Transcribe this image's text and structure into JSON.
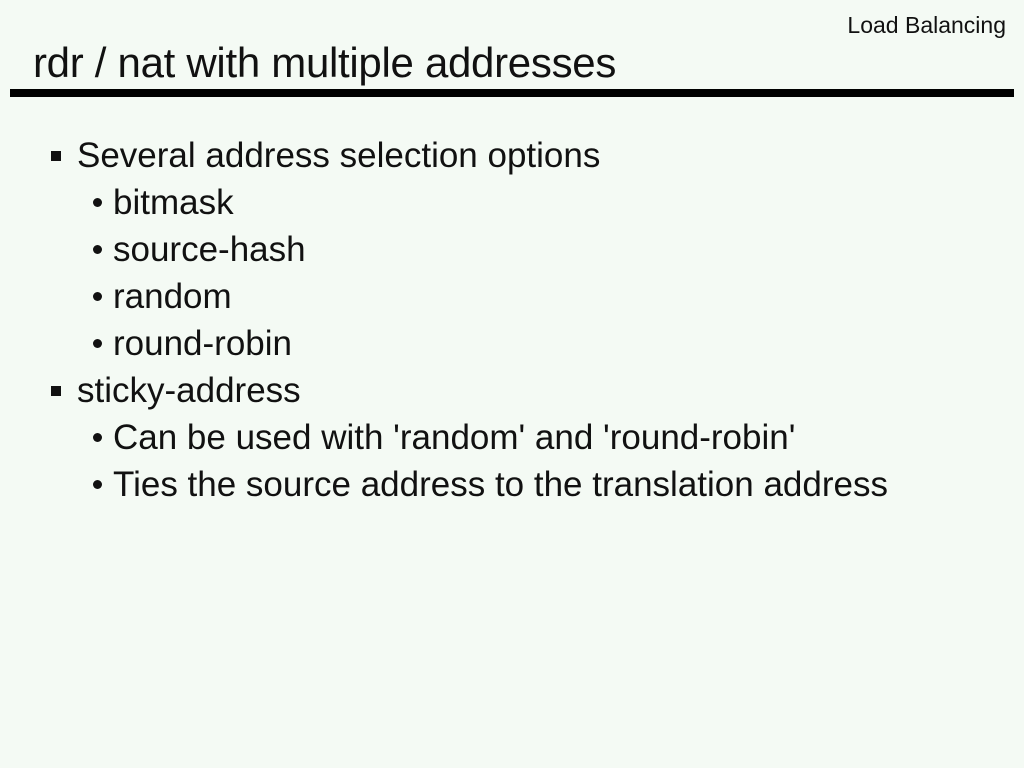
{
  "slide": {
    "header_label": "Load Balancing",
    "title": "rdr / nat with multiple addresses",
    "bullets": [
      {
        "level": 1,
        "text": "Several address selection options"
      },
      {
        "level": 2,
        "text": "bitmask"
      },
      {
        "level": 2,
        "text": "source-hash"
      },
      {
        "level": 2,
        "text": "random"
      },
      {
        "level": 2,
        "text": "round-robin"
      },
      {
        "level": 1,
        "text": "sticky-address"
      },
      {
        "level": 2,
        "text": "Can be used with 'random' and 'round-robin'"
      },
      {
        "level": 2,
        "text": "Ties the source address to the translation address"
      }
    ],
    "colors": {
      "background": "#f4faf4",
      "text": "#111111",
      "rule": "#000000"
    }
  }
}
